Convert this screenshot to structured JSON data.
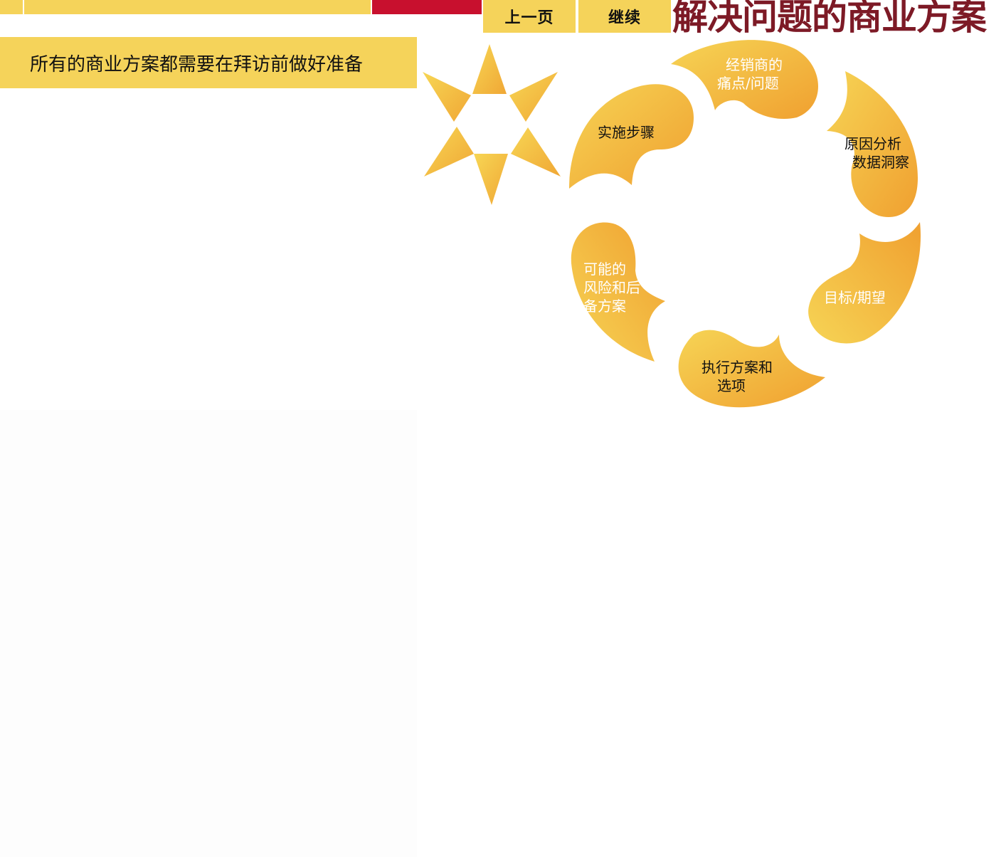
{
  "header": {
    "prev_button": "上一页",
    "next_button": "继续",
    "title": "解决问题的商业方案"
  },
  "subtitle": "所有的商业方案都需要在拜访前做好准备",
  "cycle": {
    "items": [
      {
        "lines": [
          "经销商的",
          "痛点/问题"
        ]
      },
      {
        "lines": [
          "原因分析",
          "数据洞察"
        ]
      },
      {
        "lines": [
          "目标/期望"
        ]
      },
      {
        "lines": [
          "执行方案和",
          "选项"
        ]
      },
      {
        "lines": [
          "可能的",
          "风险和后",
          "备方案"
        ]
      },
      {
        "lines": [
          "实施步骤"
        ]
      }
    ]
  },
  "colors": {
    "accent_yellow": "#f5d35a",
    "accent_red": "#c8102e",
    "title_maroon": "#7d1a26",
    "petal_light": "#f6d455",
    "petal_dark": "#f0a030"
  }
}
